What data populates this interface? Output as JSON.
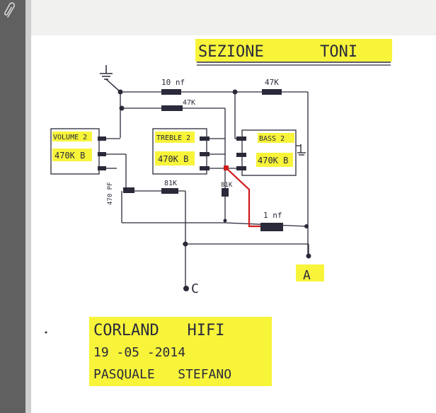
{
  "viewer": {
    "attach_icon": "paperclip-icon"
  },
  "schematic": {
    "title": "SEZIONE      TONI",
    "cap_10nf": "10 nf",
    "res_47k_top": "47K",
    "res_47k_mid": "47K",
    "volume_line1": "VOLUME 2",
    "volume_line2": "470K B",
    "treble_line1": "TREBLE 2",
    "treble_line2": "470K B",
    "bass_line1": "BASS 2",
    "bass_line2": "470K B",
    "cap_470pf": "470 PF",
    "res_81k_a": "81K",
    "res_81k_b": "81K",
    "cap_1nf": "1 nf",
    "point_a": "A",
    "point_c": "C"
  },
  "footer": {
    "line1": "CORLAND   HIFI",
    "line2": "19 -05 -2014",
    "line3": "PASQUALE   STEFANO"
  },
  "colors": {
    "highlight": "#f7f43a",
    "ink": "#2a2a3a",
    "red_wire": "#d11a1a",
    "sidebar": "#606060"
  }
}
